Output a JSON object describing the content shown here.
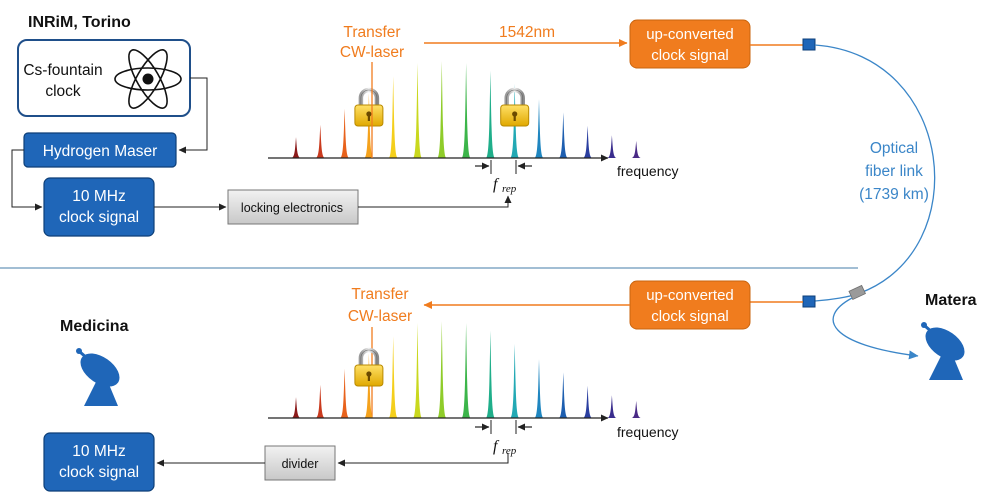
{
  "colors": {
    "orange": "#f07c1e",
    "blue": "#1f66b8",
    "blue_dark": "#0d3f78",
    "link_blue": "#3b86c8",
    "separator": "#6b96bb",
    "gray_box": "#d6d6d6",
    "lock_gold": "#f5c320"
  },
  "sites": {
    "torino": "INRiM, Torino",
    "medicina": "Medicina",
    "matera": "Matera"
  },
  "boxes": {
    "cs_fountain": [
      "Cs-fountain",
      "clock"
    ],
    "hydrogen_maser": "Hydrogen Maser",
    "clock_signal_top": [
      "10 MHz",
      "clock signal"
    ],
    "clock_signal_bottom": [
      "10 MHz",
      "clock signal"
    ],
    "locking_electronics": "locking electronics",
    "divider": "divider",
    "upconverted_top": [
      "up-converted",
      "clock signal"
    ],
    "upconverted_bottom": [
      "up-converted",
      "clock signal"
    ]
  },
  "labels": {
    "transfer_laser_top": [
      "Transfer",
      "CW-laser"
    ],
    "transfer_laser_bottom": [
      "Transfer",
      "CW-laser"
    ],
    "wavelength": "1542nm",
    "frequency_top": "frequency",
    "frequency_bottom": "frequency",
    "frep_top": "f",
    "frep_top_sub": "rep",
    "frep_bottom": "f",
    "frep_bottom_sub": "rep",
    "fiber_link": [
      "Optical",
      "fiber link",
      "(1739 km)"
    ]
  },
  "icons": {
    "atom": "atom-icon",
    "lock": "padlock-icon",
    "dish": "radio-telescope-icon"
  },
  "comb": {
    "tooth_colors": [
      "#8b1a1a",
      "#c93a1e",
      "#e8621c",
      "#f5a21c",
      "#f4cf1c",
      "#c9d81e",
      "#8fcc2a",
      "#3cb54a",
      "#1fae8a",
      "#22a9b4",
      "#1f86c0",
      "#1e5fb0",
      "#2b3fa0",
      "#3a2d8e",
      "#4a2a86"
    ],
    "tooth_heights": [
      0.22,
      0.35,
      0.52,
      0.68,
      0.86,
      1.0,
      1.02,
      1.0,
      0.92,
      0.78,
      0.62,
      0.48,
      0.34,
      0.24,
      0.18
    ],
    "locked_tooth_top": [
      3,
      9
    ],
    "locked_tooth_bottom": [
      3
    ]
  }
}
